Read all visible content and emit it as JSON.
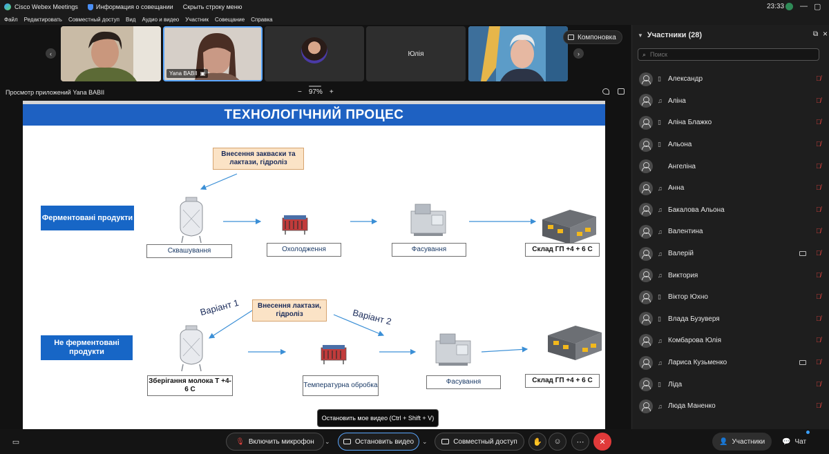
{
  "window": {
    "app_title": "Cisco Webex Meetings",
    "meeting_info": "Информация о совещании",
    "hide_menu": "Скрыть строку меню",
    "clock": "23:33"
  },
  "menu": [
    "Файл",
    "Редактировать",
    "Совместный доступ",
    "Вид",
    "Аудио и видео",
    "Участник",
    "Совещание",
    "Справка"
  ],
  "thumbnails": {
    "tiles": [
      {
        "name": ""
      },
      {
        "name": "Yana BABII"
      },
      {
        "name": ""
      },
      {
        "name": "Юлія"
      },
      {
        "name": ""
      }
    ],
    "layout_label": "Компоновка"
  },
  "share": {
    "label": "Просмотр приложений Yana BABII",
    "zoom_minus": "−",
    "zoom_value": "97%",
    "zoom_plus": "+"
  },
  "slide": {
    "title": "ТЕХНОЛОГІЧНИЙ ПРОЦЕС",
    "top_orange": "Внесення закваски та лактази, гідроліз",
    "row1_label": "Ферментовані продукти",
    "row1_steps": [
      "Сквашування",
      "Охолодження",
      "Фасування",
      "Склад ГП  +4 + 6 С"
    ],
    "row2_label": "Не ферментовані продукти",
    "row2_orange": "Внесення лактази, гідроліз",
    "variant1": "Варіант 1",
    "variant2": "Варіант 2",
    "row2_steps": [
      "Зберігання молока Т +4-6 С",
      "Температурна обробка",
      "Фасування",
      "Склад ГП  +4 + 6 С"
    ]
  },
  "tooltip": "Остановить мое видео (Ctrl + Shift + V)",
  "participants": {
    "title": "Участники (28)",
    "search_placeholder": "Поиск",
    "list": [
      {
        "name": "Александр",
        "device": "phone",
        "video": false
      },
      {
        "name": "Аліна",
        "device": "headset",
        "video": false
      },
      {
        "name": "Аліна Блажко",
        "device": "phone",
        "video": false
      },
      {
        "name": "Альона",
        "device": "phone",
        "video": false
      },
      {
        "name": "Ангеліна",
        "device": "none",
        "video": false
      },
      {
        "name": "Анна",
        "device": "headset",
        "video": false
      },
      {
        "name": "Бакалова Альона",
        "device": "headset",
        "video": false
      },
      {
        "name": "Валентина",
        "device": "headset",
        "video": false
      },
      {
        "name": "Валерій",
        "device": "headset",
        "video": true
      },
      {
        "name": "Виктория",
        "device": "headset",
        "video": false
      },
      {
        "name": "Віктор Юхно",
        "device": "phone",
        "video": false
      },
      {
        "name": "Влада Бузуверя",
        "device": "phone",
        "video": false
      },
      {
        "name": "Комбарова Юлія",
        "device": "headset",
        "video": false
      },
      {
        "name": "Лариса Кузьменко",
        "device": "headset",
        "video": true
      },
      {
        "name": "Ліда",
        "device": "phone",
        "video": false
      },
      {
        "name": "Люда Маненко",
        "device": "headset",
        "video": false
      }
    ]
  },
  "toolbar": {
    "mic": "Включить микрофон",
    "video": "Остановить видео",
    "share": "Совместный доступ",
    "participants": "Участники",
    "chat": "Чат"
  }
}
